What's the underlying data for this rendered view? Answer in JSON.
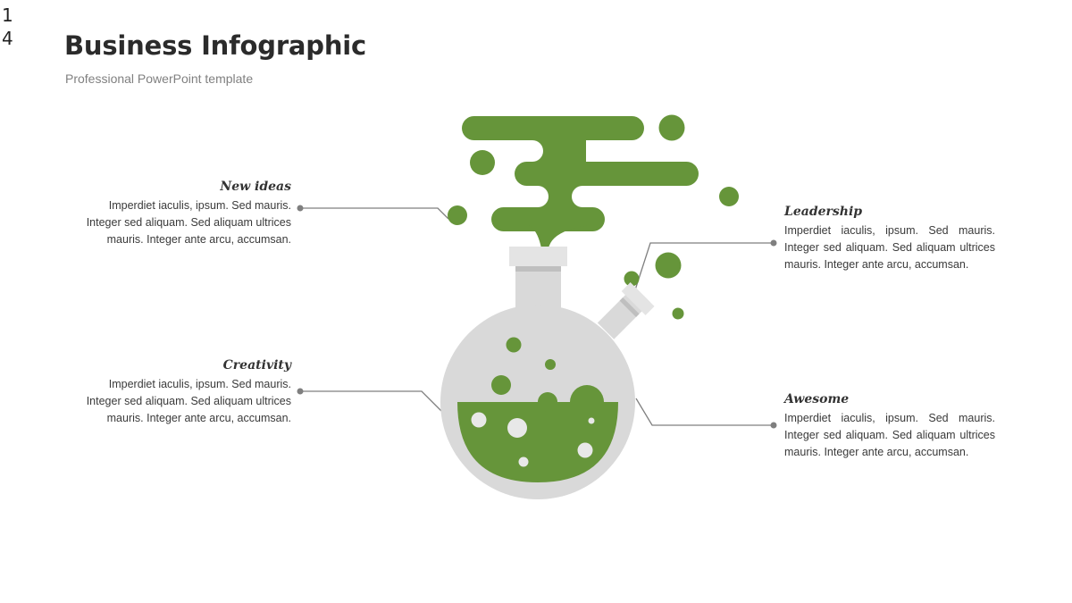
{
  "slide_number": "14",
  "title": "Business Infographic",
  "subtitle": "Professional PowerPoint template",
  "colors": {
    "green": "#66953a",
    "flask": "#d9d9d9",
    "flask_dark": "#bfbfbf",
    "line": "#7f7f7f",
    "bubble_light": "#e8e8e8"
  },
  "items": [
    {
      "id": "new-ideas",
      "heading": "New ideas",
      "text": "Imperdiet iaculis, ipsum. Sed mauris. Integer sed aliquam. Sed aliquam ultrices mauris. Integer ante arcu, accumsan."
    },
    {
      "id": "creativity",
      "heading": "Creativity",
      "text": "Imperdiet iaculis, ipsum. Sed mauris. Integer sed aliquam. Sed aliquam ultrices mauris. Integer ante arcu, accumsan."
    },
    {
      "id": "leadership",
      "heading": "Leadership",
      "text": "Imperdiet iaculis, ipsum. Sed mauris. Integer sed aliquam. Sed aliquam ultrices mauris. Integer ante arcu, accumsan."
    },
    {
      "id": "awesome",
      "heading": "Awesome",
      "text": "Imperdiet iaculis, ipsum. Sed mauris. Integer sed aliquam. Sed aliquam ultrices mauris. Integer ante arcu, accumsan."
    }
  ]
}
